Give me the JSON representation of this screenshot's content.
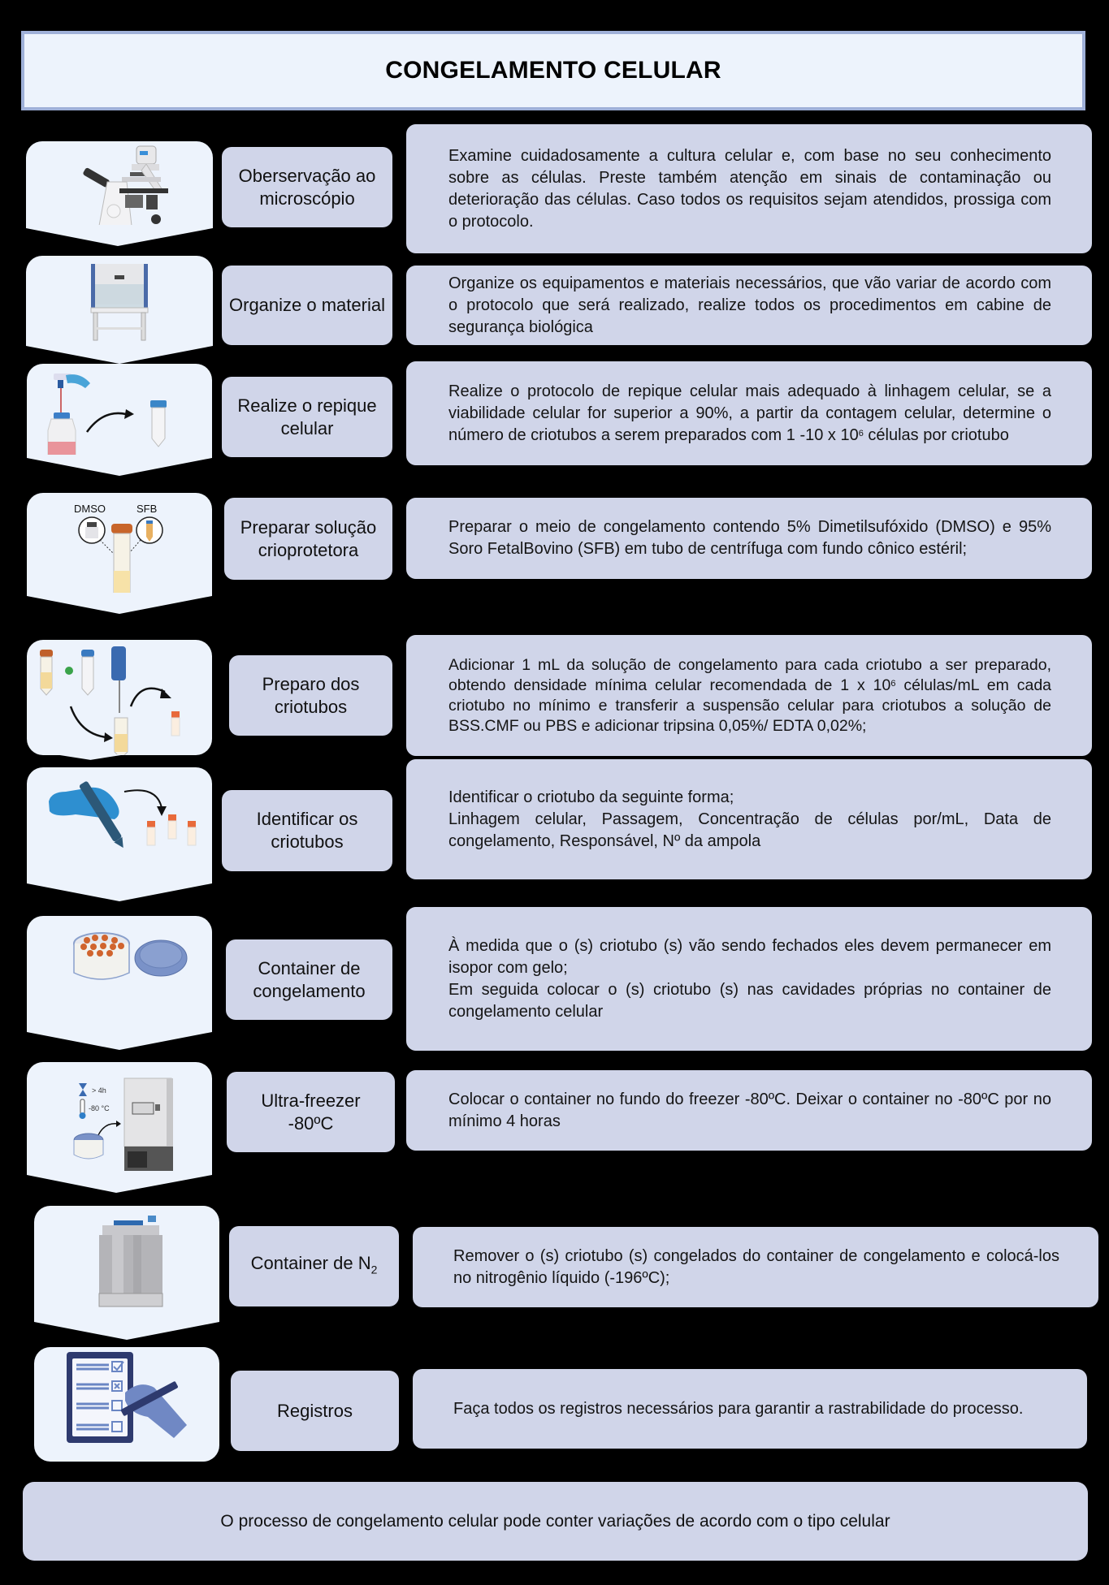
{
  "title": "CONGELAMENTO CELULAR",
  "colors": {
    "background": "#000000",
    "title_fill": "#edf3fc",
    "title_border": "#9fb0d8",
    "icon_panel": "#edf3fc",
    "label_fill": "#d0d5e9",
    "desc_fill": "#d0d5e9"
  },
  "steps": [
    {
      "icon": "inverted-microscope-icon",
      "label": "Oberservação ao microscópio",
      "description": "Examine cuidadosamente a cultura celular e, com base no seu conhecimento sobre as células. Preste também atenção em sinais de contaminação ou deterioração das células. Caso todos os requisitos sejam atendidos, prossiga com o protocolo."
    },
    {
      "icon": "biosafety-cabinet-icon",
      "label": "Organize o material",
      "description": "Organize os equipamentos e materiais necessários, que vão variar de acordo com o protocolo que será realizado, realize todos os procedimentos em cabine de segurança biológica"
    },
    {
      "icon": "flask-to-tube-icon",
      "label": "Realize o repique celular",
      "description_pre": "Realize o protocolo de repique celular mais adequado à linhagem celular, se a viabilidade celular for superior a 90%,  a partir da contagem celular, determine o número de criotubos a serem preparados com 1 -10 x 10",
      "description_sup": "6",
      "description_post": " células por criotubo"
    },
    {
      "icon": "dmso-sfb-tube-icon",
      "icon_labels": [
        "DMSO",
        "SFB"
      ],
      "label": "Preparar solução crioprotetora",
      "description": "Preparar o meio de congelamento contendo 5% Dimetilsufóxido (DMSO) e 95% Soro FetalBovino (SFB) em tubo de centrífuga com fundo cônico estéril;"
    },
    {
      "icon": "pipette-cryotube-icon",
      "label": "Preparo dos criotubos",
      "description_pre": "Adicionar 1 mL da solução de congelamento para cada criotubo a ser preparado, obtendo densidade mínima celular recomendada de 1 x 10",
      "description_sup": "6",
      "description_post": " células/mL em cada criotubo no mínimo e transferir a suspensão celular para criotubos a solução de BSS.CMF  ou PBS e adicionar tripsina 0,05%/ EDTA 0,02%;"
    },
    {
      "icon": "hand-pen-label-icon",
      "label": "Identificar os criotubos",
      "description_line1": "Identificar o criotubo da seguinte forma;",
      "description_line2": "Linhagem celular, Passagem, Concentração de células por/mL, Data de congelamento, Responsável,  Nº da ampola"
    },
    {
      "icon": "freezing-container-icon",
      "label": "Container de congelamento",
      "description_line1": "À medida que o (s) criotubo (s) vão sendo fechados eles devem permanecer em isopor com gelo;",
      "description_line2": "Em seguida colocar o (s) criotubo (s) nas cavidades próprias no container de congelamento celular"
    },
    {
      "icon": "ultra-freezer-icon",
      "icon_labels": [
        "> 4h",
        "-80 °C"
      ],
      "label": "Ultra-freezer -80ºC",
      "description": "Colocar o container no fundo do freezer -80ºC. Deixar o container no -80ºC por no mínimo 4 horas"
    },
    {
      "icon": "liquid-nitrogen-tank-icon",
      "label_pre": "Container de N",
      "label_sub": "2",
      "description": "Remover o (s) criotubo (s) congelados do container de congelamento e colocá-los no nitrogênio líquido (-196ºC);"
    },
    {
      "icon": "checklist-record-icon",
      "label": "Registros",
      "description": "Faça todos os registros necessários para garantir a rastrabilidade do processo."
    }
  ],
  "footer": "O processo de congelamento celular pode conter variações de acordo com o tipo celular"
}
